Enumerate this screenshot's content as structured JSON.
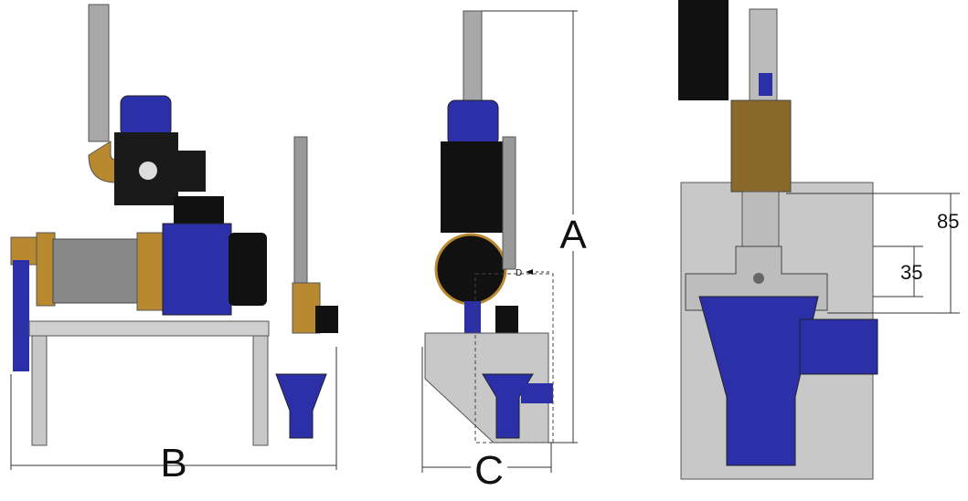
{
  "labels": {
    "height_A": "A",
    "width_B": "B",
    "depth_C": "C",
    "marker_D": "D",
    "dim_85": "85",
    "dim_35": "35"
  },
  "colors": {
    "pump_blue": "#2b2fa8",
    "brass": "#b8892e",
    "steel": "#9a9a9a",
    "bracket": "#c8c8c8",
    "black": "#111111"
  }
}
